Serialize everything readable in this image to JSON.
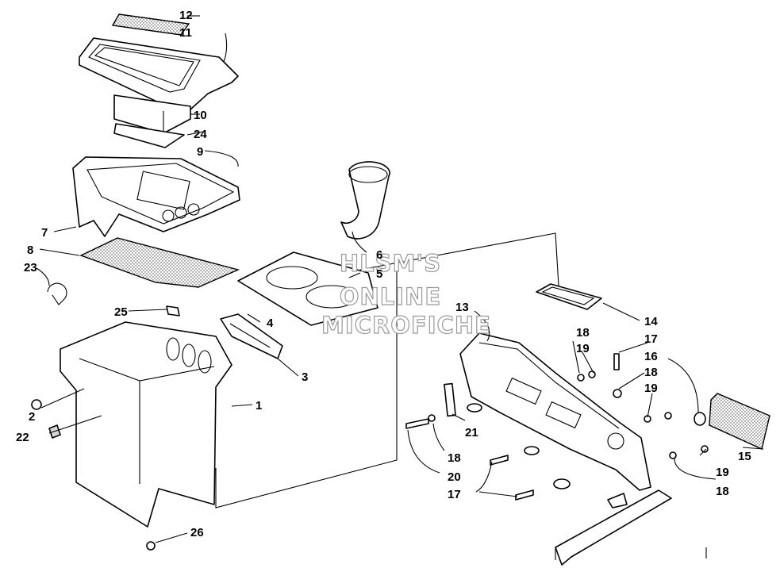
{
  "watermark": {
    "line1": "HLSM'S",
    "line2": "ONLINE",
    "line3": "MICROFICHE"
  },
  "callouts": [
    "12",
    "11",
    "10",
    "24",
    "9",
    "7",
    "8",
    "23",
    "6",
    "5",
    "25",
    "4",
    "3",
    "1",
    "2",
    "22",
    "26",
    "13",
    "14",
    "18",
    "19",
    "17",
    "16",
    "18",
    "19",
    "15",
    "21",
    "18",
    "20",
    "17",
    "19",
    "18"
  ],
  "colors": {
    "line": "#000000",
    "background": "#ffffff",
    "watermark_outline": "#9a9a9a"
  }
}
